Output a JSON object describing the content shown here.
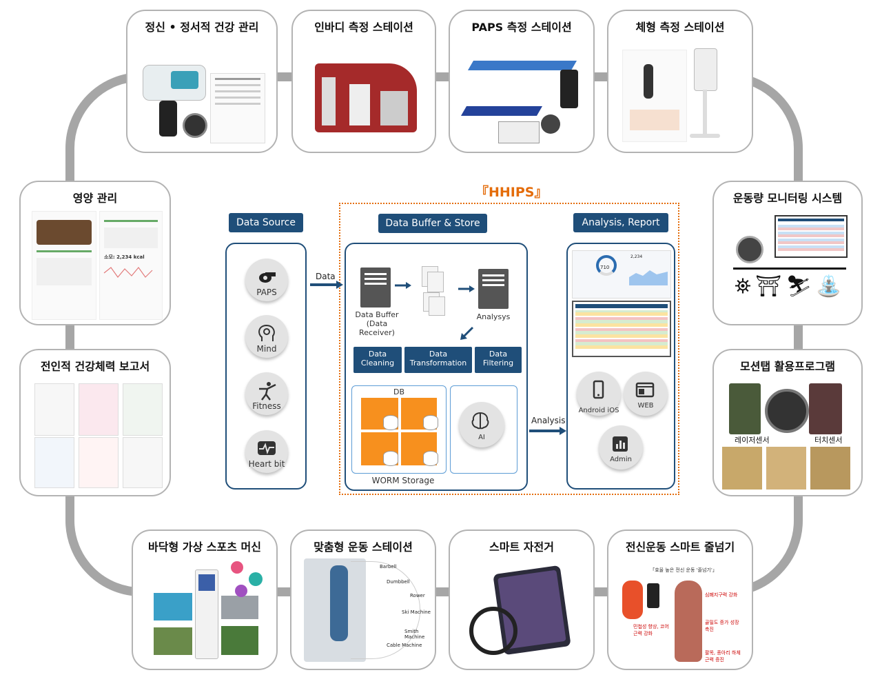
{
  "cards": {
    "mental": "정신 • 정서적 건강 관리",
    "inbody": "인바디 측정 스테이션",
    "paps": "PAPS 측정 스테이션",
    "body": "체형 측정 스테이션",
    "nutrition": "영양 관리",
    "report": "전인적 건강체력 보고서",
    "monitor": "운동량 모니터링 시스템",
    "motion": "모션탭 활용프로그램",
    "floor": "바닥형 가상 스포츠 머신",
    "custom": "맞춤형 운동 스테이션",
    "bike": "스마트 자전거",
    "rope": "전신운동 스마트 줄넘기"
  },
  "nutrition_screen": {
    "kcal": "소모: 2,234 kcal"
  },
  "motion_labels": {
    "laser": "레이저센서",
    "touch": "터치센서"
  },
  "custom_labels": [
    "Barbell",
    "Dumbbell",
    "Rower",
    "Ski Machine",
    "Smith Machine",
    "Cable Machine"
  ],
  "rope_text": {
    "headline": "「효율 높은 전신 운동 '줄넘기'」",
    "notes": [
      "심폐지구력 강화",
      "골밀도 증가 성장 촉진",
      "민첩성 향상, 코어 근력 강화",
      "팔목, 종아리 하체 근력 증진"
    ]
  },
  "hhips": {
    "title": "『HHIPS』"
  },
  "headers": {
    "source": "Data Source",
    "buffer": "Data Buffer & Store",
    "analysis": "Analysis, Report"
  },
  "sources": [
    "PAPS",
    "Mind",
    "Fitness",
    "Heart bit"
  ],
  "flow": {
    "data": "Data",
    "analysis": "Analysis"
  },
  "buffer": {
    "receiver": "Data Buffer (Data Receiver)",
    "analysys": "Analysys",
    "stages": [
      "Data Cleaning",
      "Data Transformation",
      "Data Filtering"
    ],
    "db": "DB",
    "worm": "WORM Storage",
    "ai": "AI"
  },
  "dashboard": {
    "gauge": "710",
    "total": "2,234"
  },
  "platforms": {
    "mobile": "Android iOS",
    "web": "WEB",
    "admin": "Admin"
  },
  "colors": {
    "navy": "#1f4e79",
    "orange": "#f7901e",
    "hhips": "#e46c0a",
    "ring": "#a6a6a6"
  }
}
